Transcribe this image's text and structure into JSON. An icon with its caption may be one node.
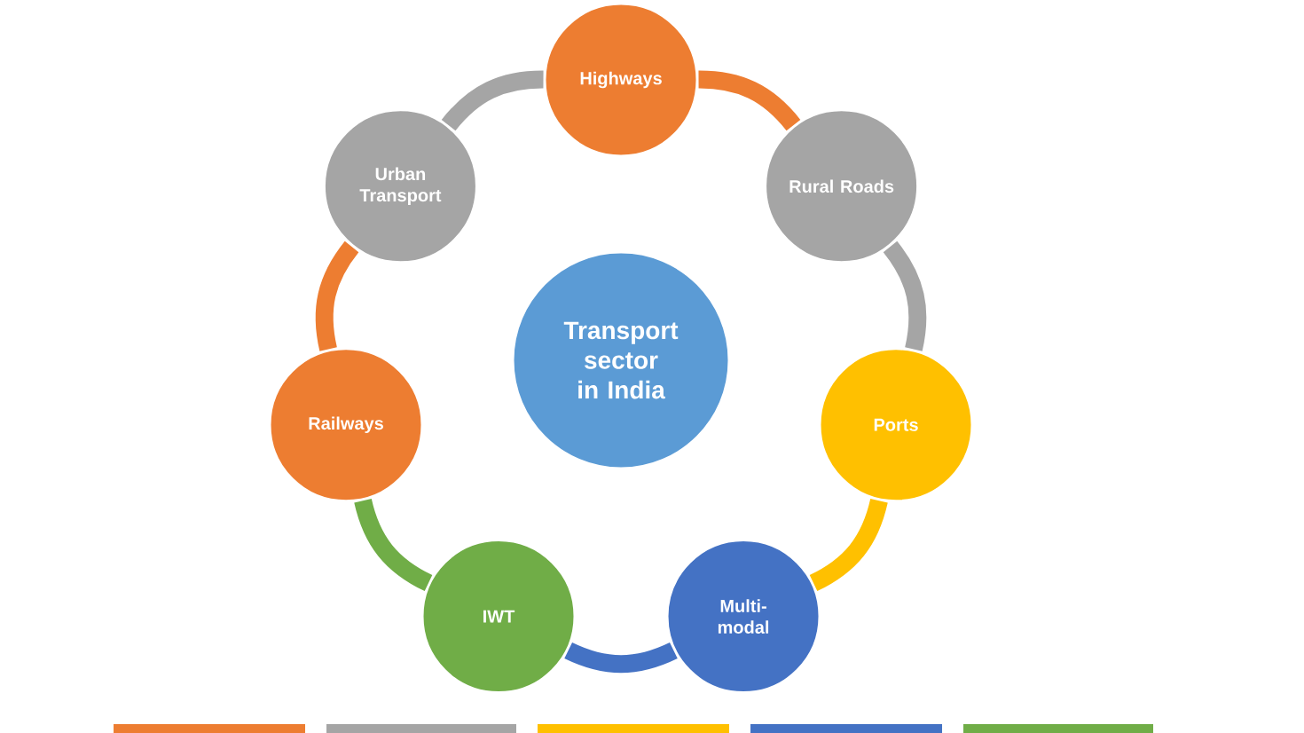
{
  "diagram": {
    "nodes": [
      {
        "text": [
          "Transport sector in India"
        ]
      },
      {
        "text": [
          "Highways"
        ]
      },
      {
        "text": [
          "Rural Roads"
        ]
      },
      {
        "text": [
          "Ports"
        ]
      },
      {
        "text": [
          "Multi-modal"
        ]
      },
      {
        "text": [
          "IWT"
        ]
      },
      {
        "text": [
          "Railways"
        ]
      },
      {
        "text": [
          "Urban Transport"
        ]
      }
    ],
    "edges": [
      {
        "from": 1,
        "to": 2,
        "arrow": "none",
        "color": "#ed7d31"
      },
      {
        "from": 2,
        "to": 3,
        "arrow": "none",
        "color": "#a5a5a5"
      },
      {
        "from": 3,
        "to": 4,
        "arrow": "none",
        "color": "#ffc000"
      },
      {
        "from": 4,
        "to": 5,
        "arrow": "none",
        "color": "#4472c4"
      },
      {
        "from": 5,
        "to": 6,
        "arrow": "none",
        "color": "#70ad47"
      },
      {
        "from": 6,
        "to": 7,
        "arrow": "none",
        "color": "#ed7d31"
      },
      {
        "from": 7,
        "to": 1,
        "arrow": "none",
        "color": "#a5a5a5"
      }
    ]
  }
}
